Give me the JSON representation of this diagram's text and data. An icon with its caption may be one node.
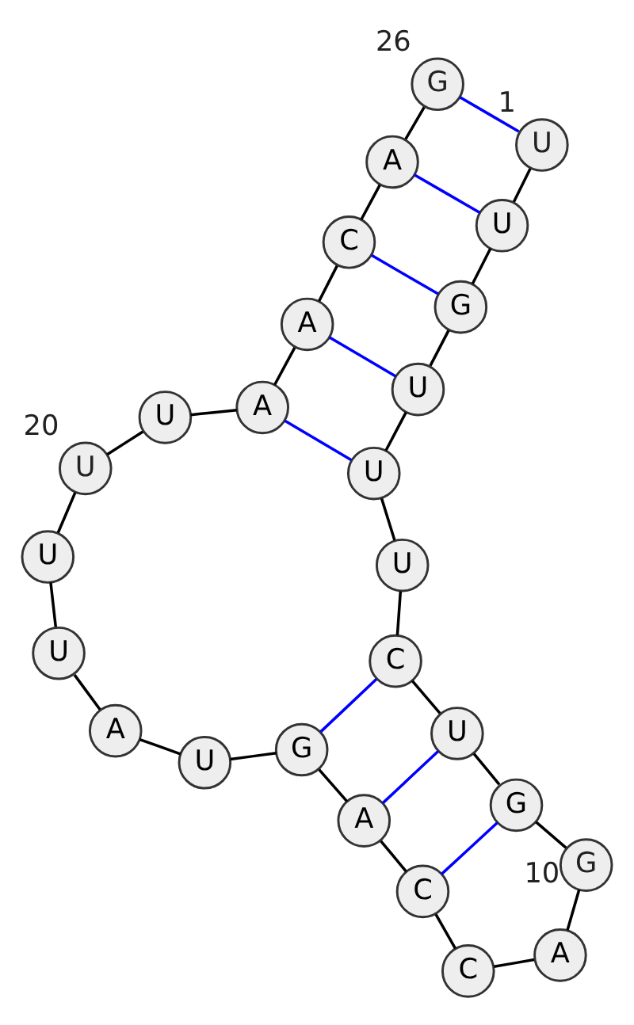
{
  "diagram": {
    "nodes": [
      {
        "text": [
          "U"
        ],
        "beside": [
          "1"
        ]
      },
      {
        "text": [
          "U"
        ]
      },
      {
        "text": [
          "G"
        ]
      },
      {
        "text": [
          "U"
        ]
      },
      {
        "text": [
          "U"
        ]
      },
      {
        "text": [
          "U"
        ]
      },
      {
        "text": [
          "C"
        ]
      },
      {
        "text": [
          "U"
        ]
      },
      {
        "text": [
          "G"
        ]
      },
      {
        "text": [
          "G"
        ],
        "beside": [
          "10"
        ]
      },
      {
        "text": [
          "A"
        ]
      },
      {
        "text": [
          "C"
        ]
      },
      {
        "text": [
          "C"
        ]
      },
      {
        "text": [
          "A"
        ]
      },
      {
        "text": [
          "G"
        ]
      },
      {
        "text": [
          "U"
        ]
      },
      {
        "text": [
          "A"
        ]
      },
      {
        "text": [
          "U"
        ]
      },
      {
        "text": [
          "U"
        ]
      },
      {
        "text": [
          "U"
        ],
        "beside": [
          "20"
        ]
      },
      {
        "text": [
          "U"
        ]
      },
      {
        "text": [
          "A"
        ]
      },
      {
        "text": [
          "A"
        ]
      },
      {
        "text": [
          "C"
        ]
      },
      {
        "text": [
          "A"
        ]
      },
      {
        "text": [
          "G"
        ],
        "beside": [
          "26"
        ]
      }
    ],
    "edges": [
      {
        "from": 0,
        "to": 1,
        "arrow": "none"
      },
      {
        "from": 1,
        "to": 2,
        "arrow": "none"
      },
      {
        "from": 2,
        "to": 3,
        "arrow": "none"
      },
      {
        "from": 3,
        "to": 4,
        "arrow": "none"
      },
      {
        "from": 4,
        "to": 5,
        "arrow": "none"
      },
      {
        "from": 5,
        "to": 6,
        "arrow": "none"
      },
      {
        "from": 6,
        "to": 7,
        "arrow": "none"
      },
      {
        "from": 7,
        "to": 8,
        "arrow": "none"
      },
      {
        "from": 8,
        "to": 9,
        "arrow": "none"
      },
      {
        "from": 9,
        "to": 10,
        "arrow": "none"
      },
      {
        "from": 10,
        "to": 11,
        "arrow": "none"
      },
      {
        "from": 11,
        "to": 12,
        "arrow": "none"
      },
      {
        "from": 12,
        "to": 13,
        "arrow": "none"
      },
      {
        "from": 13,
        "to": 14,
        "arrow": "none"
      },
      {
        "from": 14,
        "to": 15,
        "arrow": "none"
      },
      {
        "from": 15,
        "to": 16,
        "arrow": "none"
      },
      {
        "from": 16,
        "to": 17,
        "arrow": "none"
      },
      {
        "from": 17,
        "to": 18,
        "arrow": "none"
      },
      {
        "from": 18,
        "to": 19,
        "arrow": "none"
      },
      {
        "from": 19,
        "to": 20,
        "arrow": "none"
      },
      {
        "from": 20,
        "to": 21,
        "arrow": "none"
      },
      {
        "from": 21,
        "to": 22,
        "arrow": "none"
      },
      {
        "from": 22,
        "to": 23,
        "arrow": "none"
      },
      {
        "from": 23,
        "to": 24,
        "arrow": "none"
      },
      {
        "from": 24,
        "to": 25,
        "arrow": "none"
      },
      {
        "from": 0,
        "to": 25,
        "arrow": "none",
        "color": "#0000ff"
      },
      {
        "from": 1,
        "to": 24,
        "arrow": "none",
        "color": "#0000ff"
      },
      {
        "from": 2,
        "to": 23,
        "arrow": "none",
        "color": "#0000ff"
      },
      {
        "from": 3,
        "to": 22,
        "arrow": "none",
        "color": "#0000ff"
      },
      {
        "from": 4,
        "to": 21,
        "arrow": "none",
        "color": "#0000ff"
      },
      {
        "from": 6,
        "to": 14,
        "arrow": "none",
        "color": "#0000ff"
      },
      {
        "from": 7,
        "to": 13,
        "arrow": "none",
        "color": "#0000ff"
      },
      {
        "from": 8,
        "to": 12,
        "arrow": "none",
        "color": "#0000ff"
      }
    ]
  }
}
